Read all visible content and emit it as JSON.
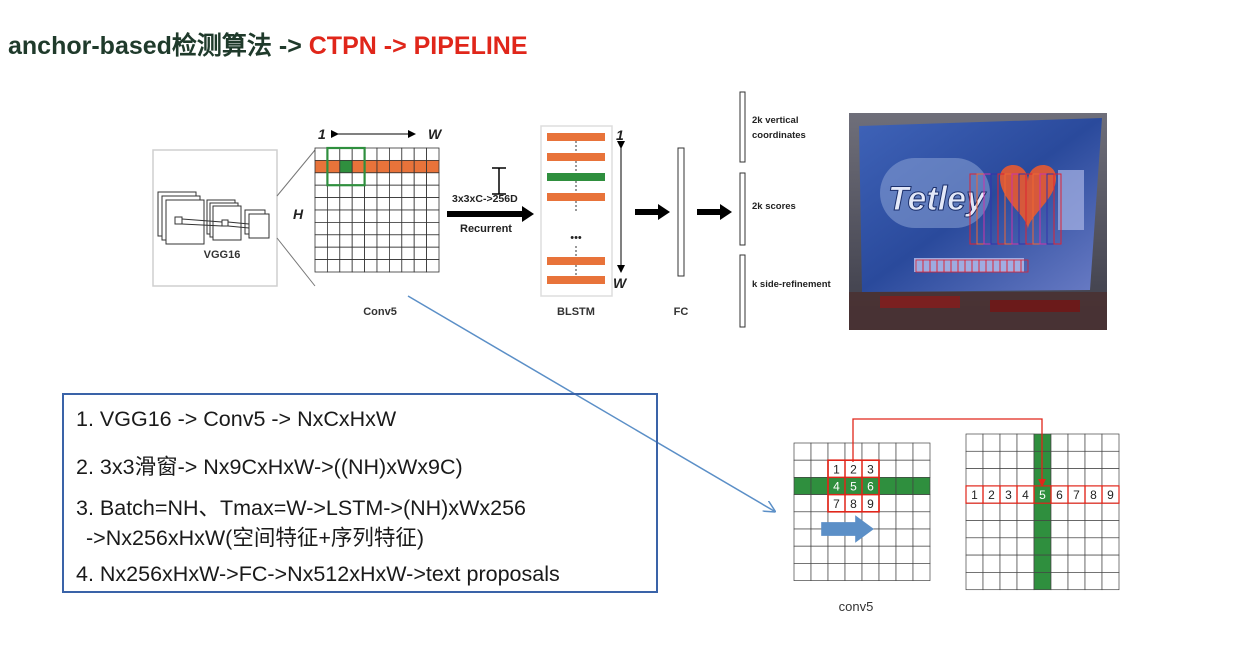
{
  "title": {
    "part1": "anchor-based检测算法 -> ",
    "part2": "CTPN -> PIPELINE"
  },
  "diagram": {
    "vgg_label": "VGG16",
    "conv5_label": "Conv5",
    "axis_one_top": "1",
    "axis_w_top": "W",
    "axis_h": "H",
    "op_label": "3x3xC->256D",
    "recurrent_label": "Recurrent",
    "blstm_label": "BLSTM",
    "blstm_dots": "•••",
    "blstm_one": "1",
    "blstm_w": "W",
    "fc_label": "FC",
    "out_vertical_line1": "2k vertical",
    "out_vertical_line2": "coordinates",
    "out_scores": "2k scores",
    "out_refinement": "k side-refinement",
    "photo_text": "Tetley",
    "conv5_small_label": "conv5",
    "window_numbers": [
      "1",
      "2",
      "3",
      "4",
      "5",
      "6",
      "7",
      "8",
      "9"
    ],
    "row_numbers": [
      "1",
      "2",
      "3",
      "4",
      "5",
      "6",
      "7",
      "8",
      "9"
    ]
  },
  "steps": {
    "s1": "1. VGG16 -> Conv5 -> NxCxHxW",
    "s2": "2. 3x3滑窗-> Nx9CxHxW->((NH)xWx9C)",
    "s3a": "3. Batch=NH、Tmax=W->LSTM->(NH)xWx256",
    "s3b": "->Nx256xHxW(空间特征+序列特征)",
    "s4": "4. Nx256xHxW->FC->Nx512xHxW->text proposals"
  },
  "colors": {
    "title_dark": "#1f3a2b",
    "title_red": "#e0261a",
    "orange": "#e8733a",
    "green": "#2f8f3e",
    "blue_arrow": "#5b8fc7",
    "box_border": "#3a63a8"
  }
}
